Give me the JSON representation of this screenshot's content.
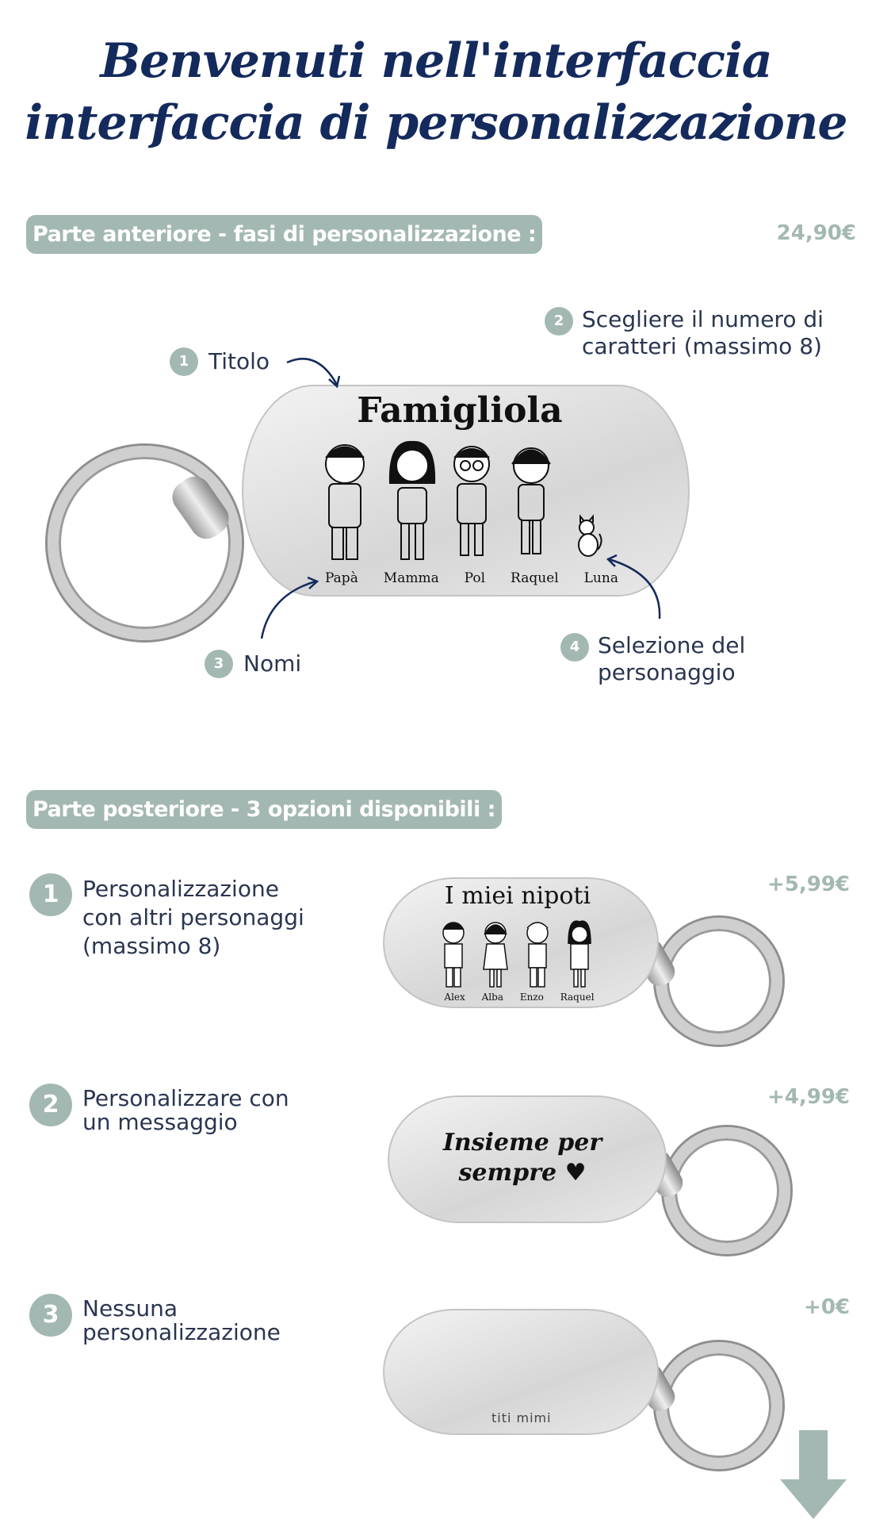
{
  "header": {
    "line1": "Benvenuti nell'interfaccia",
    "line2": "interfaccia di personalizzazione"
  },
  "front": {
    "section_label": "Parte anteriore - fasi di personalizzazione :",
    "price": "24,90€",
    "steps": [
      {
        "num": "1",
        "label": "Titolo"
      },
      {
        "num": "2",
        "line1": "Scegliere il numero di",
        "line2": "caratteri (massimo 8)"
      },
      {
        "num": "3",
        "label": "Nomi"
      },
      {
        "num": "4",
        "line1": "Selezione del",
        "line2": "personaggio"
      }
    ],
    "tag_title": "Famigliola",
    "names": [
      "Papà",
      "Mamma",
      "Pol",
      "Raquel",
      "Luna"
    ]
  },
  "back": {
    "section_label": "Parte posteriore - 3 opzioni disponibili :",
    "options": [
      {
        "num": "1",
        "lines": [
          "Personalizzazione",
          "con altri personaggi",
          "(massimo 8)"
        ],
        "price": "+5,99€",
        "tag_title": "I miei nipoti",
        "names": [
          "Alex",
          "Alba",
          "Enzo",
          "Raquel"
        ]
      },
      {
        "num": "2",
        "lines": [
          "Personalizzare con",
          "un messaggio"
        ],
        "price": "+4,99€",
        "message_line1": "Insieme per",
        "message_line2": "sempre"
      },
      {
        "num": "3",
        "lines": [
          "Nessuna",
          "personalizzazione"
        ],
        "price": "+0€",
        "logo": "titi mimi"
      }
    ]
  },
  "colors": {
    "navy": "#142a5c",
    "sage": "#a3b8b2"
  }
}
